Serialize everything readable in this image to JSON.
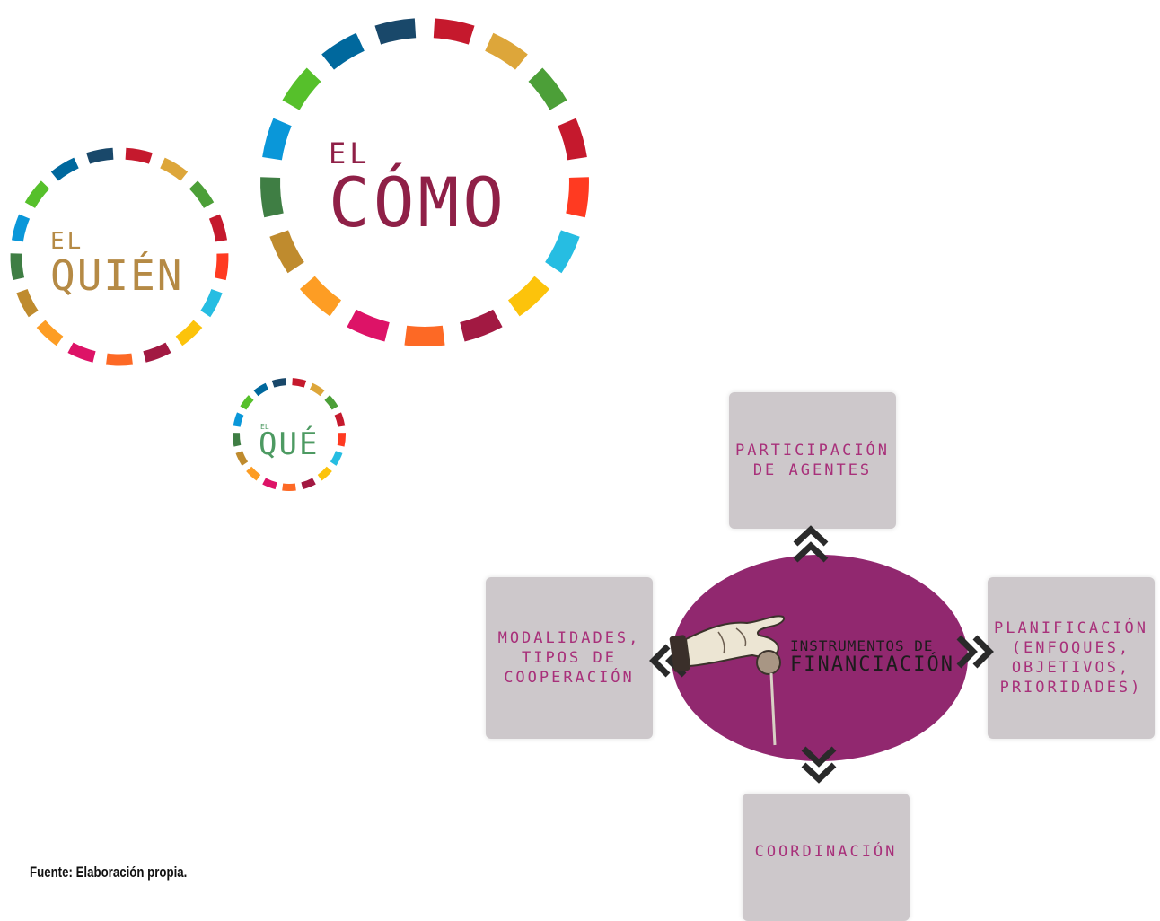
{
  "circles": {
    "quien": {
      "prefix": "EL",
      "word": "QUIÉN",
      "color": "#b58a45"
    },
    "como": {
      "prefix": "EL",
      "word": "CÓMO",
      "color": "#8f2047"
    },
    "que": {
      "prefix": "EL",
      "word": "QUÉ",
      "color": "#4d9a62"
    }
  },
  "sdg_palette": [
    "#c5192d",
    "#dda63a",
    "#4c9f38",
    "#c5192d",
    "#ff3a21",
    "#26bde2",
    "#fcc30b",
    "#a21942",
    "#fd6925",
    "#dd1367",
    "#fd9d24",
    "#bf8b2e",
    "#3f7e44",
    "#0a97d9",
    "#56c02b",
    "#00689d",
    "#19486a"
  ],
  "diagram": {
    "center": {
      "line1": "INSTRUMENTOS DE",
      "line2": "FINANCIACIÓN",
      "fill": "#91286f",
      "icon": "hand-holding-coin-icon"
    },
    "top": "PARTICIPACIÓN\nDE AGENTES",
    "left": "MODALIDADES,\nTIPOS DE\nCOOPERACIÓN",
    "right": "PLANIFICACIÓN\n(ENFOQUES,\nOBJETIVOS,\nPRIORIDADES)",
    "bottom": "COORDINACIÓN",
    "box_color": "#cdc8cb",
    "text_color": "#a8307a",
    "arrow_icon": "double-chevron-icon"
  },
  "caption": "Fuente: Elaboración propia."
}
